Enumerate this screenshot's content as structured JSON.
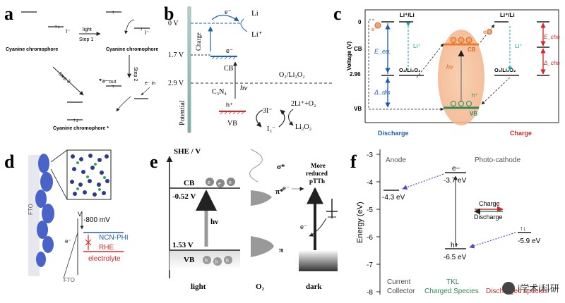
{
  "panels": {
    "a": {
      "label": "a",
      "chromophore": "Cyanine chromophore",
      "chromophore_excited": "Cyanine chromophore *",
      "anion": "I⁻",
      "light": "light",
      "step1": "Step 1",
      "step2": "Step 2",
      "step3": "Step 3",
      "e_out": "e⁻ out",
      "e_in": "e⁻ in"
    },
    "b": {
      "label": "b",
      "v0": "0 V",
      "v17": "1.7 V",
      "v29": "2.9 V",
      "li": "Li",
      "li_plus": "Li⁺",
      "e": "e⁻",
      "charge": "Charge",
      "cb": "CB",
      "vb": "VB",
      "c3n4": "C₃N₄",
      "hv": "hν",
      "o2": "O₂/Li₂O₂",
      "h": "h⁺",
      "i3": "3I⁻",
      "i3m": "I₃⁻",
      "li2o": "2Li⁺+O₂",
      "li2o2": "Li₂O₂",
      "potential": "Potential"
    },
    "c": {
      "label": "c",
      "ylabel": "Voltage (V)",
      "ticks": [
        "0",
        "CB",
        "2.96",
        "VB"
      ],
      "lili_left": "Li⁺/Li",
      "lili_right": "Li⁺/Li",
      "o2_left": "O₂/Li₂O₂",
      "o2_right": "O₂/Li₂O₂",
      "li_plus_left": "Li⁺",
      "li_plus_right": "Li⁺",
      "e_left": "e⁻",
      "e_right": "e⁻",
      "eeq": "E_eq.",
      "ddis": "Δ_dis",
      "echa": "E_cha",
      "dcha": "Δ_cha",
      "cb": "CB",
      "vb": "VB",
      "hv": "hν",
      "h": "h⁺",
      "discharge": "Discharge",
      "charge_lbl": "Charge",
      "colors": {
        "blue": "#1f5fb0",
        "red": "#d62728",
        "orange": "#f5a56b",
        "green": "#2e8b57",
        "teal": "#1aa3a3"
      }
    },
    "d": {
      "label": "d",
      "fto": "FTO",
      "fto2": "FTO",
      "mv": "-800 mV",
      "ncn": "NCN-PHI",
      "rhe": "RHE",
      "electrolyte": "electrolyte",
      "v": "V",
      "e": "e⁻"
    },
    "e": {
      "label": "e",
      "ylabel": "SHE / V",
      "cb": "CB",
      "vb": "VB",
      "v_cb": "-0.52 V",
      "v_vb": "1.53 V",
      "hv": "hν",
      "sigma": "σ*",
      "pi_star": "π*",
      "pi": "π",
      "e": "e⁻",
      "more": "More",
      "reduced": "reduced",
      "ptth": "pTTh",
      "light": "light",
      "o2": "O₂",
      "dark": "dark",
      "e_sym": "e",
      "h_sym": "h"
    },
    "f": {
      "label": "f",
      "ylabel": "Energy (eV)",
      "anode": "Anode",
      "photocathode": "Photo-cathode",
      "yticks": [
        "-3",
        "-4",
        "-5",
        "-6",
        "-7",
        "-8"
      ],
      "e1": "-4.3 eV",
      "e2": "-3.7 eV",
      "e3": "-6.5 eV",
      "e4": "-5.9 eV",
      "em": "e−",
      "hp": "h+",
      "charge": "Charge",
      "discharge": "Discharge",
      "current": "Current",
      "collector": "Collector",
      "tkl": "TKL",
      "charged": "Charged Species",
      "discharged": "Discharged species"
    }
  },
  "watermark": "i学术i科研"
}
